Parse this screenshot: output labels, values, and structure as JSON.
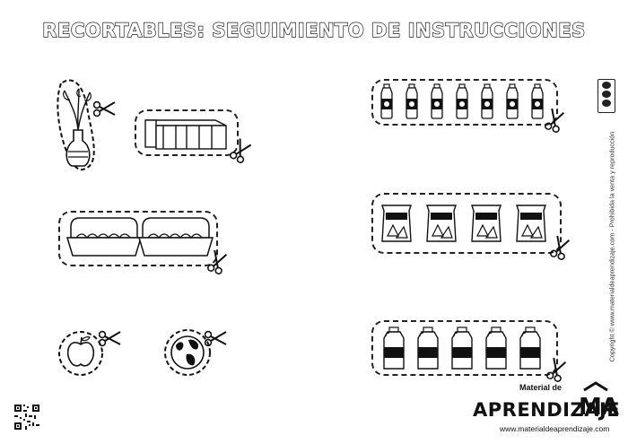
{
  "title": "RECORTABLES: SEGUIMIENTO DE INSTRUCCIONES",
  "side_note": "Copyright © www.materialdeaprendizaje.com - Prohibida la venta y reproducción",
  "brand": {
    "small": "Material de",
    "big": "APRENDIZAJE",
    "mark": "MA",
    "url": "www.materialdeaprendizaje.com"
  },
  "license_badge": "cc-by-nc-nd-icon",
  "cutouts": [
    {
      "name": "vase-with-plant",
      "count": 1
    },
    {
      "name": "stack-of-books",
      "count": 1
    },
    {
      "name": "egg-cartons",
      "count": 2
    },
    {
      "name": "apple",
      "count": 1
    },
    {
      "name": "earth-globe",
      "count": 1
    },
    {
      "name": "water-bottles",
      "count": 7
    },
    {
      "name": "chip-bags",
      "count": 4
    },
    {
      "name": "detergent-jugs",
      "count": 5
    }
  ]
}
